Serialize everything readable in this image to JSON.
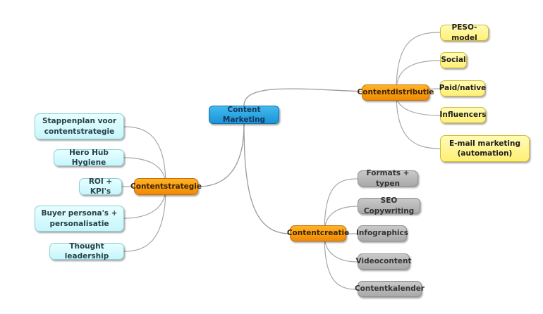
{
  "root": {
    "label": "Content Marketing"
  },
  "branches": {
    "distributie": {
      "label": "Contentdistributie",
      "children": [
        "PESO-model",
        "Social",
        "Paid/native",
        "Influencers",
        "E-mail marketing (automation)"
      ]
    },
    "creatie": {
      "label": "Contentcreatie",
      "children": [
        "Formats + typen",
        "SEO Copywriting",
        "Infographics",
        "Videocontent",
        "Contentkalender"
      ]
    },
    "strategie": {
      "label": "Contentstrategie",
      "children": [
        "Stappenplan voor contentstrategie",
        "Hero Hub Hygiene",
        "ROI + KPI's",
        "Buyer persona's + personalisatie",
        "Thought leadership"
      ]
    }
  },
  "colors": {
    "root": "#2aa6e3",
    "branch": "#f7950f",
    "distributie_leaf": "#fff38a",
    "strategie_leaf": "#d3f9fc",
    "creatie_leaf": "#b5b5b5",
    "connector": "#a7a7a7"
  }
}
